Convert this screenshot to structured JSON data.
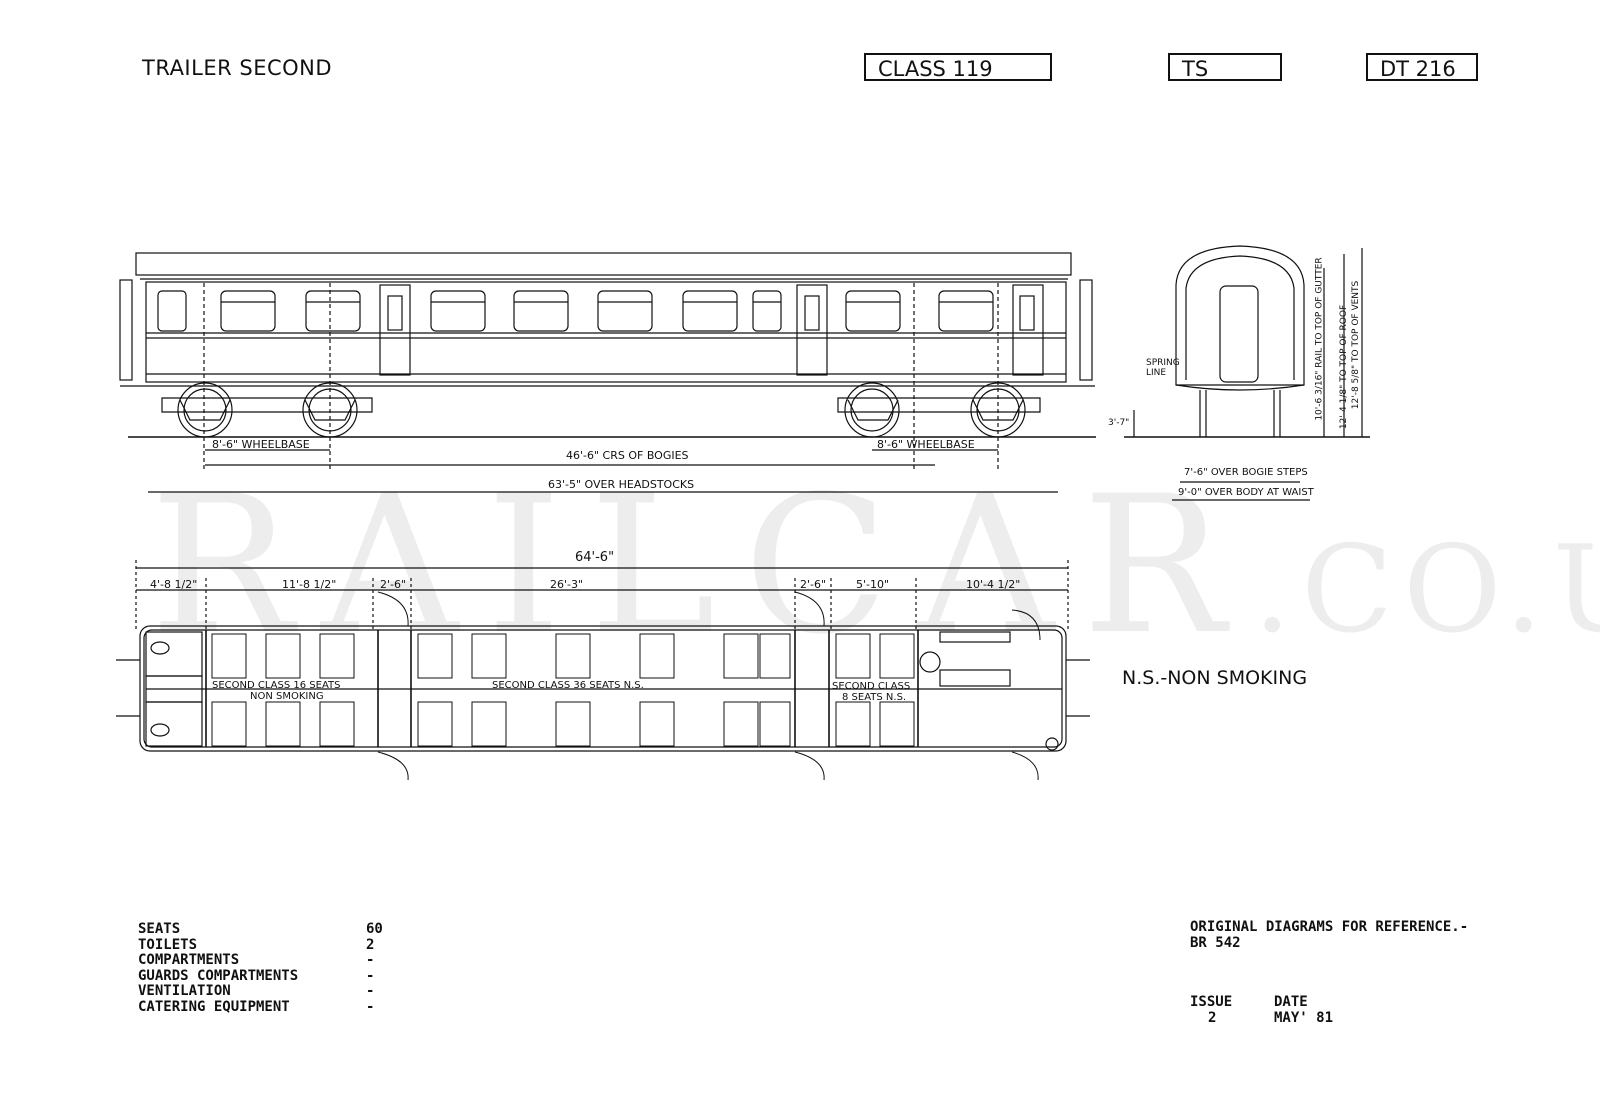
{
  "header": {
    "title": "TRAILER SECOND",
    "class_label": "CLASS 119",
    "type_code": "TS",
    "diagram_no": "DT 216"
  },
  "side_view": {
    "wheelbase_left": "8'-6\" WHEELBASE",
    "wheelbase_right": "8'-6\" WHEELBASE",
    "bogie_centres": "46'-6\" CRS OF BOGIES",
    "over_headstocks": "63'-5\" OVER HEADSTOCKS"
  },
  "end_view": {
    "spring_line": "SPRING LINE",
    "spring_height": "3'-7\"",
    "gutter": "10'-6 3/16\" RAIL TO TOP OF GUTTER",
    "roof": "12'-4 1/8\" TO TOP OF ROOF",
    "vents": "12'-8 5/8\" TO TOP OF VENTS",
    "bogie_steps": "7'-6\" OVER BOGIE STEPS",
    "body_waist": "9'-0\" OVER BODY AT WAIST"
  },
  "plan_view": {
    "overall": "64'-6\"",
    "segments": [
      "4'-8 1/2\"",
      "11'-8 1/2\"",
      "2'-6\"",
      "26'-3\"",
      "2'-6\"",
      "5'-10\"",
      "10'-4 1/2\""
    ],
    "zone1_line1": "SECOND CLASS 16 SEATS",
    "zone1_line2": "NON SMOKING",
    "zone2": "SECOND CLASS 36 SEATS N.S.",
    "zone3_line1": "SECOND CLASS",
    "zone3_line2": "8 SEATS N.S."
  },
  "legend_note": "N.S.-NON SMOKING",
  "specs": [
    {
      "label": "SEATS",
      "value": "60"
    },
    {
      "label": "TOILETS",
      "value": "2"
    },
    {
      "label": "COMPARTMENTS",
      "value": "-"
    },
    {
      "label": "GUARDS COMPARTMENTS",
      "value": "-"
    },
    {
      "label": "VENTILATION",
      "value": "-"
    },
    {
      "label": "CATERING EQUIPMENT",
      "value": "-"
    }
  ],
  "reference": {
    "line1": "ORIGINAL DIAGRAMS FOR REFERENCE.-",
    "line2": "BR 542"
  },
  "issue": {
    "issue_label": "ISSUE",
    "date_label": "DATE",
    "issue_value": "2",
    "date_value": "MAY' 81"
  },
  "watermark": {
    "main": "RAILCAR",
    "suffix": ".CO.UK"
  }
}
